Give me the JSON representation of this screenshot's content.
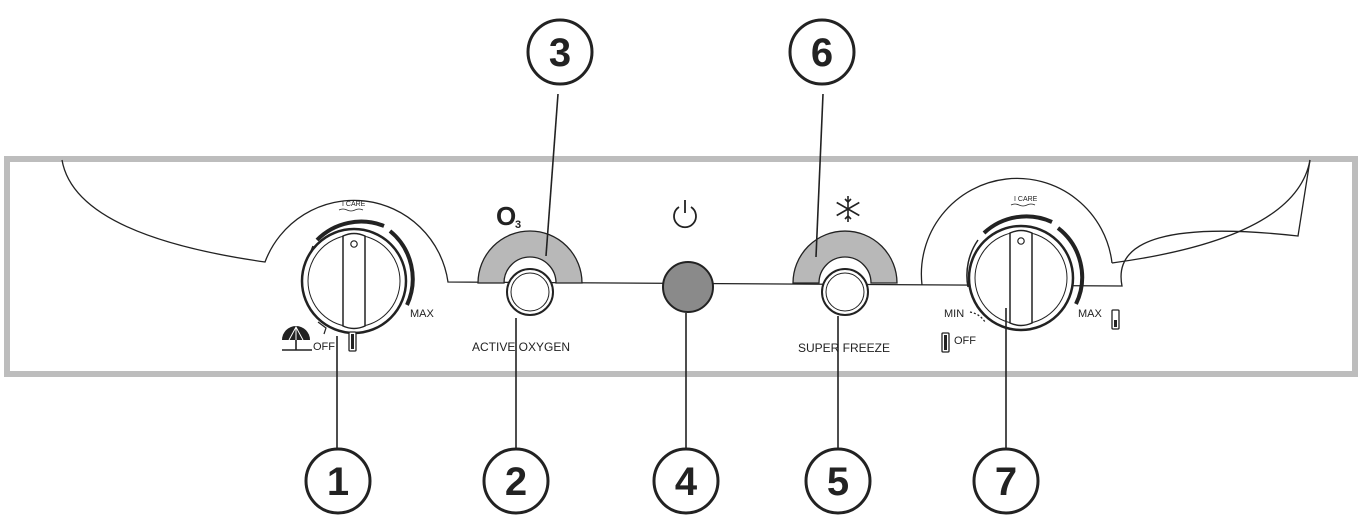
{
  "panel": {
    "ozone_symbol": "O",
    "ozone_subscript": "3",
    "active_oxygen_label": "ACTIVE OXYGEN",
    "super_freeze_label": "SUPER FREEZE"
  },
  "left_dial": {
    "care_label": "I CARE",
    "max_label": "MAX",
    "off_label": "OFF"
  },
  "right_dial": {
    "care_label": "I CARE",
    "min_label": "MIN",
    "max_label": "MAX",
    "off_label": "OFF"
  },
  "callouts": [
    "1",
    "2",
    "3",
    "4",
    "5",
    "6",
    "7"
  ],
  "icons": {
    "power": "power-icon",
    "snowflake": "snowflake-icon",
    "parasol": "parasol-icon",
    "door": "door-indicator-icon"
  },
  "colors": {
    "line": "#222222",
    "frame": "#bdbdbd",
    "arc_fill": "#b8b8b8",
    "center_button": "#8a8a8a"
  }
}
